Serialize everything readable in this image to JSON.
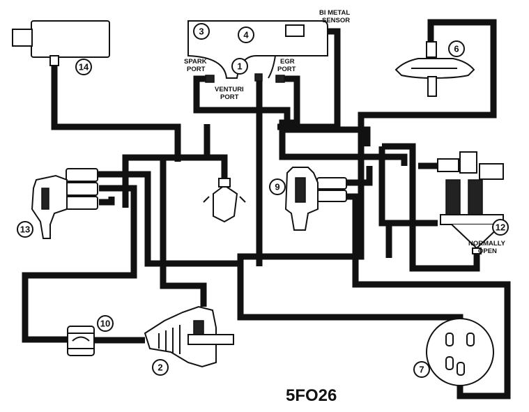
{
  "labels": {
    "bimetal_line1": "BI METAL",
    "bimetal_line2": "SENSOR",
    "spark_line1": "SPARK",
    "spark_line2": "PORT",
    "egr_line1": "EGR",
    "egr_line2": "PORT",
    "venturi_line1": "VENTURI",
    "venturi_line2": "PORT",
    "normally_line1": "NORMALLY",
    "normally_line2": "OPEN"
  },
  "callouts": [
    "1",
    "2",
    "3",
    "4",
    "6",
    "7",
    "9",
    "10",
    "12",
    "13",
    "14"
  ],
  "figure_code": "5FO26"
}
